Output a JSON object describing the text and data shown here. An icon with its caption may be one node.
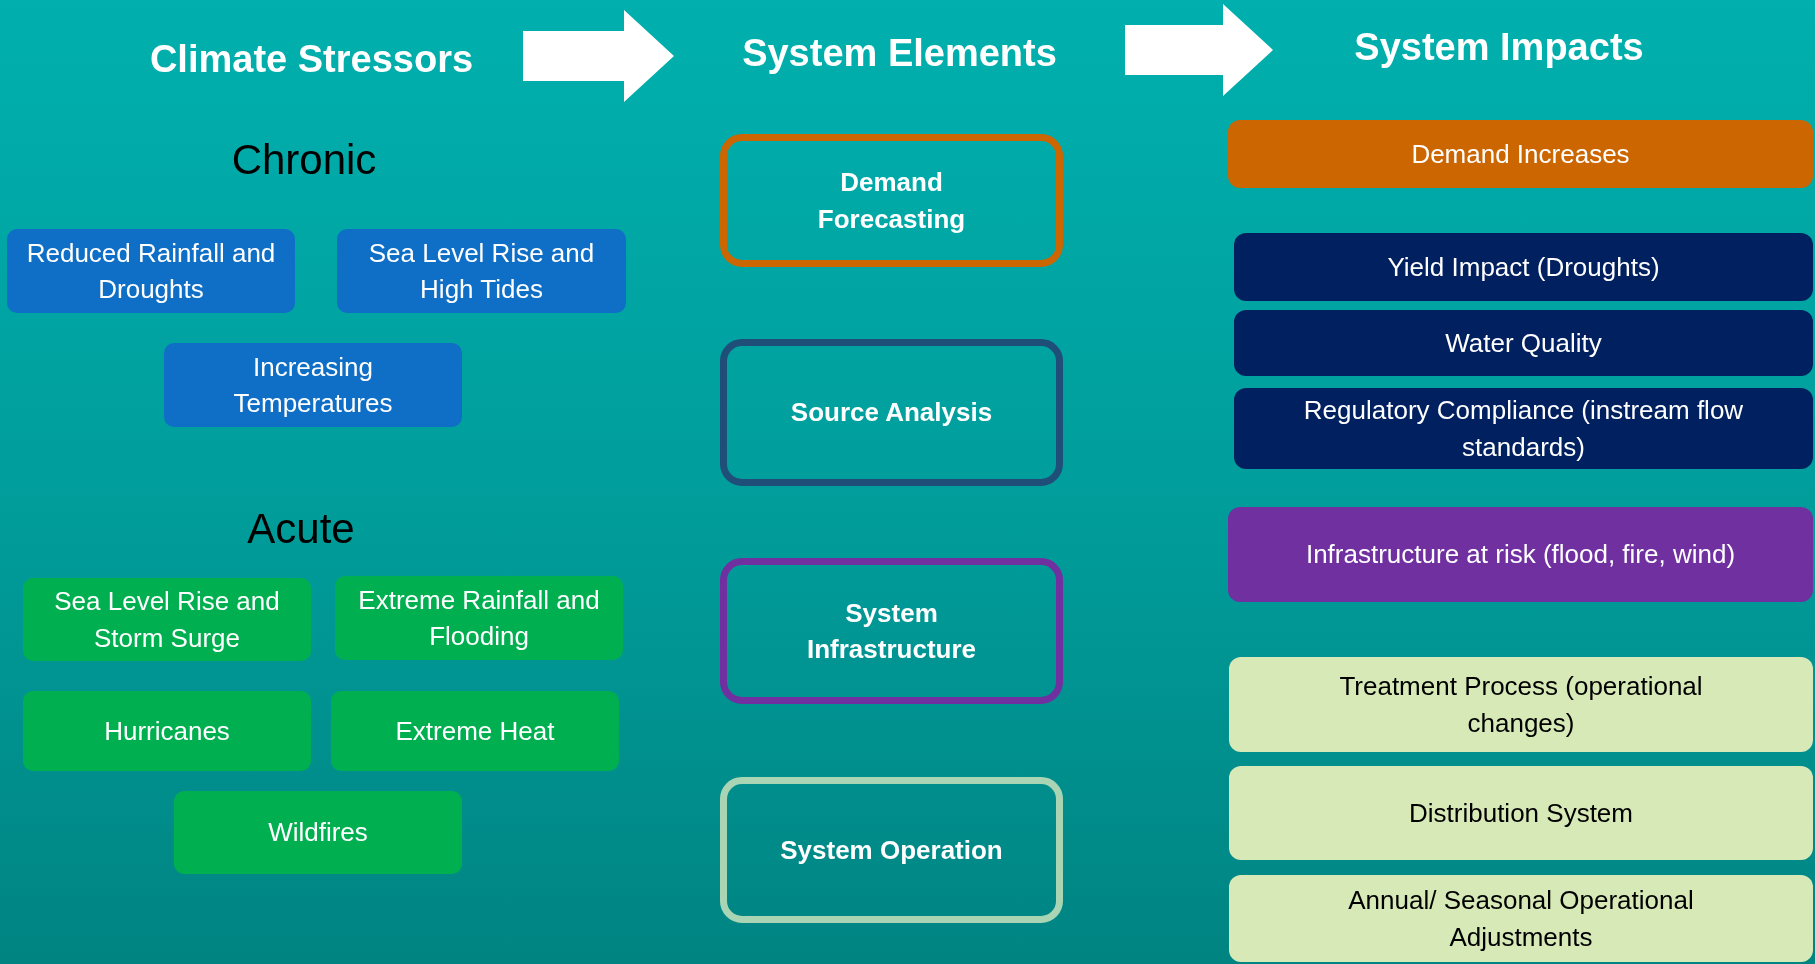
{
  "diagram": {
    "nodes": [
      {
        "text": [
          "Climate Stressors"
        ]
      },
      {
        "text": [
          "System Elements"
        ]
      },
      {
        "text": [
          "System Impacts"
        ]
      },
      {
        "text": [
          "Reduced Rainfall and Droughts"
        ]
      },
      {
        "text": [
          "Sea Level Rise and High Tides"
        ]
      },
      {
        "text": [
          "Increasing Temperatures"
        ]
      },
      {
        "text": [
          "Sea Level Rise and Storm Surge"
        ]
      },
      {
        "text": [
          "Extreme Rainfall and Flooding"
        ]
      },
      {
        "text": [
          "Hurricanes"
        ]
      },
      {
        "text": [
          "Extreme Heat"
        ]
      },
      {
        "text": [
          "Wildfires"
        ]
      },
      {
        "text": [
          "Demand Forecasting"
        ]
      },
      {
        "text": [
          "Source Analysis"
        ]
      },
      {
        "text": [
          "System Infrastructure"
        ]
      },
      {
        "text": [
          "System Operation"
        ]
      },
      {
        "text": [
          "Demand Increases"
        ]
      },
      {
        "text": [
          "Yield Impact (Droughts)"
        ]
      },
      {
        "text": [
          "Water Quality"
        ]
      },
      {
        "text": [
          "Regulatory Compliance (instream flow standards)"
        ]
      },
      {
        "text": [
          "Infrastructure at risk (flood, fire, wind)"
        ]
      },
      {
        "text": [
          "Treatment Process (operational changes)"
        ]
      },
      {
        "text": [
          "Distribution System"
        ]
      },
      {
        "text": [
          "Annual/ Seasonal Operational Adjustments"
        ]
      }
    ],
    "edges": [
      {
        "from": 0,
        "to": 1,
        "arrow": "to",
        "style": "thick"
      },
      {
        "from": 1,
        "to": 2,
        "arrow": "to",
        "style": "thick"
      }
    ],
    "labels": [
      "Chronic",
      "Acute"
    ]
  }
}
